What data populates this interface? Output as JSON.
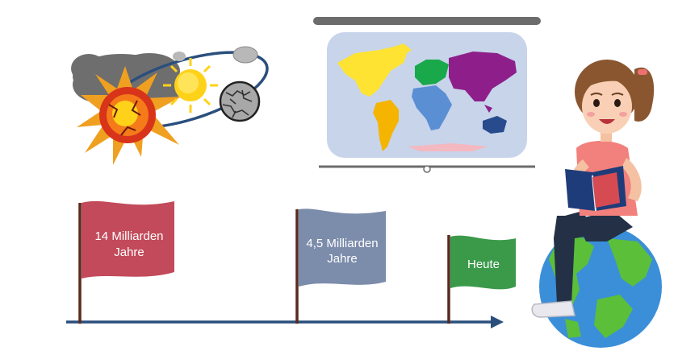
{
  "timeline": {
    "flags": [
      {
        "line1": "14 Milliarden",
        "line2": "Jahre",
        "color": "#c24a5a"
      },
      {
        "line1": "4,5 Milliarden",
        "line2": "Jahre",
        "color": "#7c8cab"
      },
      {
        "line1": "Heute",
        "line2": "",
        "color": "#3a9a4a"
      }
    ],
    "axis_color": "#2a4f7d"
  },
  "illustrations": {
    "big_bang": {
      "icon": "big-bang-explosion-icon",
      "sun_color": "#ffd21a",
      "explosion_color": "#f0a020"
    },
    "world_map": {
      "icon": "world-map-board-icon",
      "background": "#c7d4ea"
    },
    "reader": {
      "icon": "girl-reading-on-globe-icon"
    }
  }
}
